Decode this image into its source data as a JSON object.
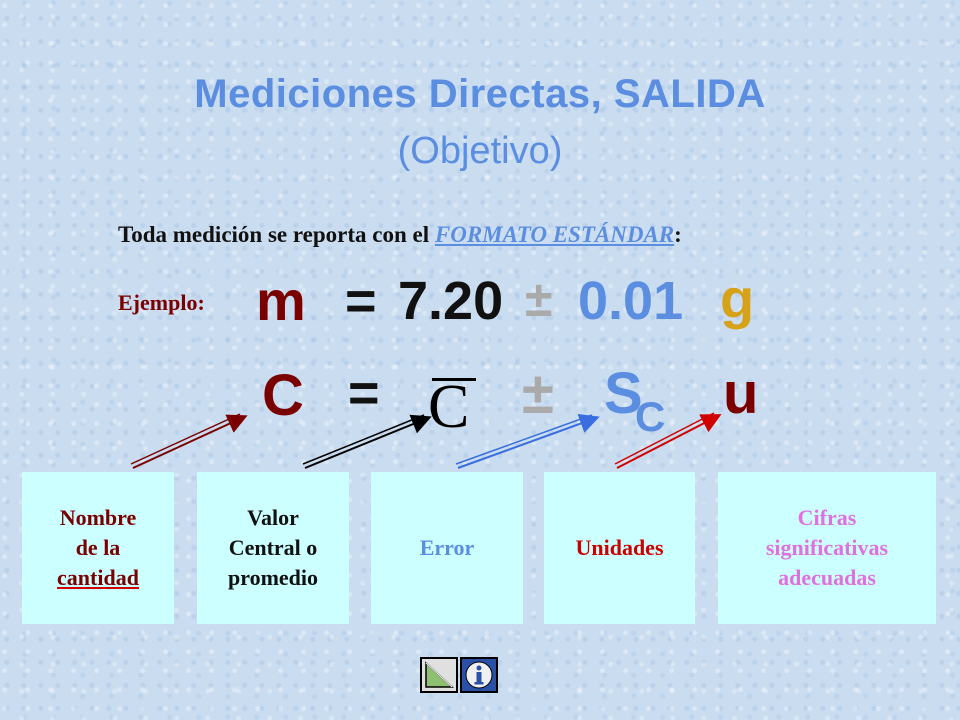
{
  "title": "Mediciones Directas, SALIDA",
  "subtitle": "(Objetivo)",
  "format_line": {
    "prefix": "Toda medición se reporta con el ",
    "format": "FORMATO ESTÁNDAR",
    "suffix": ":"
  },
  "example": {
    "label": "Ejemplo:",
    "symbol": "m",
    "equals": "=",
    "value": "7.20",
    "plusminus": "±",
    "error": "0.01",
    "unit": "g"
  },
  "formula": {
    "c": "C",
    "equals": "=",
    "cbar": "C",
    "plusminus": "±",
    "s": "S",
    "s_sub": "C",
    "u": "u"
  },
  "boxes": {
    "nombre": [
      "Nombre",
      "de la",
      "cantidad"
    ],
    "valor": [
      "Valor",
      "Central o",
      "promedio"
    ],
    "error": [
      "Error"
    ],
    "unidades": [
      "Unidades"
    ],
    "cifras": [
      "Cifras",
      "significativas",
      "adecuadas"
    ]
  },
  "colors": {
    "title": "#5b8ee0",
    "dark_red": "#7a0000",
    "gold": "#d6a21a",
    "box_bg": "#ccffff",
    "pink": "#e070e0"
  },
  "nav": {
    "back_icon": "back-triangle-icon",
    "info_icon": "info-icon"
  }
}
